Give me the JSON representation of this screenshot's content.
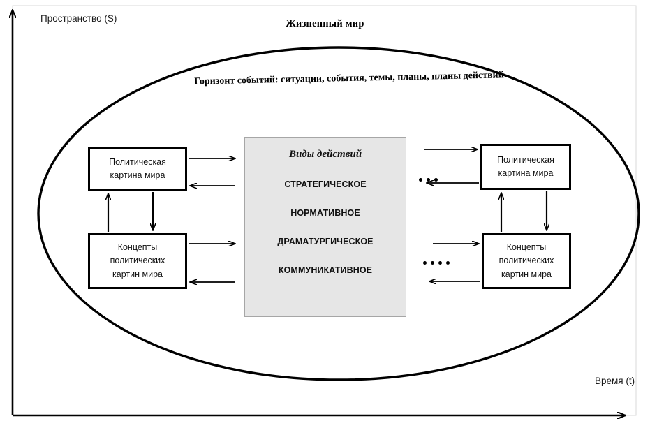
{
  "axes": {
    "vertical_label": "Пространство (S)",
    "horizontal_label": "Время (t)"
  },
  "lifeworld": {
    "title": "Жизненный мир",
    "horizon_label": "Горизонт событий: ситуации, события, темы, планы, планы действий"
  },
  "left_cluster": {
    "top_box": {
      "line1": "Политическая",
      "line2": "картина мира"
    },
    "bottom_box": {
      "line1": "Концепты",
      "line2": "политических",
      "line3": "картин мира"
    }
  },
  "right_cluster": {
    "top_box": {
      "line1": "Политическая",
      "line2": "картина мира"
    },
    "bottom_box": {
      "line1": "Концепты",
      "line2": "политических",
      "line3": "картин мира"
    }
  },
  "center_panel": {
    "heading": "Виды действий",
    "items": [
      "СТРАТЕГИЧЕСКОЕ",
      "НОРМАТИВНОЕ",
      "ДРАМАТУРГИЧЕСКОЕ",
      "КОММУНИКАТИВНОЕ"
    ]
  },
  "continuation_markers": {
    "upper_dots": 3,
    "lower_dots": 4
  },
  "colors": {
    "stroke": "#000000",
    "panel_fill": "#e6e6e6",
    "panel_border": "#a6a6a6",
    "background": "#ffffff"
  }
}
